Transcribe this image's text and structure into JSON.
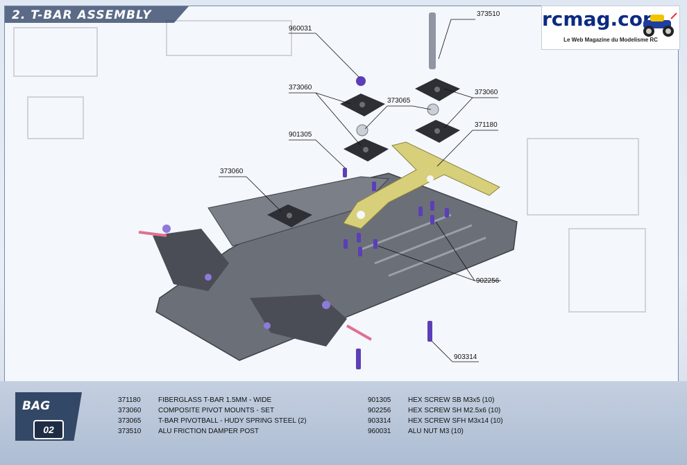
{
  "header": {
    "title": "2. T-BAR ASSEMBLY"
  },
  "logo": {
    "name": "rcmag.com",
    "tagline": "Le Web Magazine du Modelisme RC",
    "icon": "rc-car-icon"
  },
  "diagram": {
    "callouts": [
      "373510",
      "960031",
      "373060",
      "373065",
      "373060",
      "371180",
      "901305",
      "373060",
      "902256",
      "903314"
    ]
  },
  "bag": {
    "label": "BAG",
    "number": "02"
  },
  "parts_left": [
    {
      "number": "371180",
      "description": "FIBERGLASS T-BAR 1.5MM - WIDE"
    },
    {
      "number": "373060",
      "description": "COMPOSITE PIVOT MOUNTS - SET"
    },
    {
      "number": "373065",
      "description": "T-BAR PIVOTBALL - HUDY SPRING STEEL (2)"
    },
    {
      "number": "373510",
      "description": "ALU FRICTION DAMPER POST"
    }
  ],
  "parts_right": [
    {
      "number": "901305",
      "description": "HEX SCREW SB M3x5  (10)"
    },
    {
      "number": "902256",
      "description": "HEX SCREW SH M2.5x6  (10)"
    },
    {
      "number": "903314",
      "description": "HEX SCREW SFH M3x14  (10)"
    },
    {
      "number": "960031",
      "description": "ALU NUT M3  (10)"
    }
  ],
  "colors": {
    "panel_header": "#5b6b87",
    "bag_bg": "#334766",
    "screw": "#5b3fb8",
    "fiberglass": "#d8cf7a",
    "carbon": "#6b6f78"
  }
}
